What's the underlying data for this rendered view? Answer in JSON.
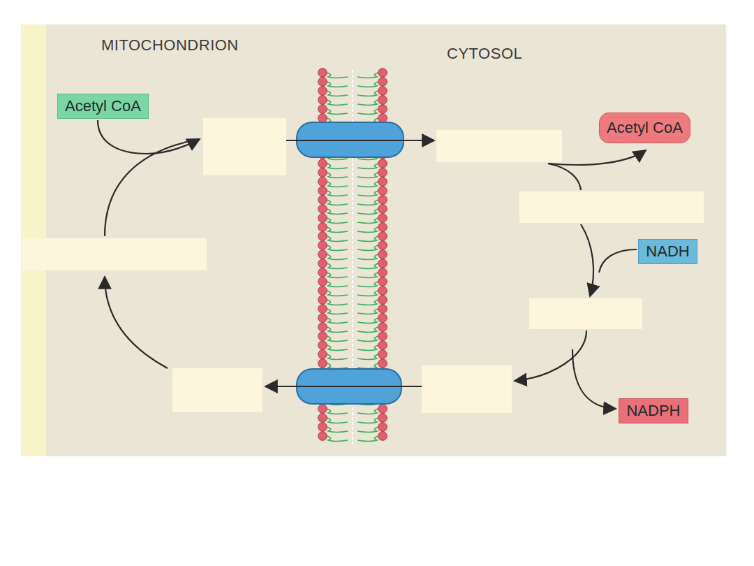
{
  "diagram": {
    "nodes": [
      {
        "text": [
          "Acetyl CoA"
        ]
      },
      {
        "text": [
          "Acetyl CoA"
        ]
      },
      {
        "text": [
          "NADH"
        ]
      },
      {
        "text": [
          "NADPH"
        ]
      }
    ],
    "labels": [
      "MITOCHONDRION",
      "CYTOSOL"
    ]
  }
}
